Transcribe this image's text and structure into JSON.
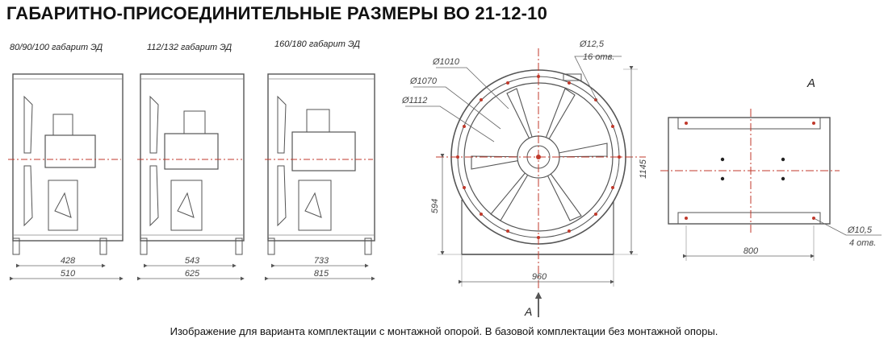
{
  "title": "ГАБАРИТНО-ПРИСОЕДИНИТЕЛЬНЫЕ РАЗМЕРЫ ВО 21-12-10",
  "caption": "Изображение для варианта комплектации с монтажной опорой. В базовой комплектации без монтажной опоры.",
  "variants": [
    {
      "label": "80/90/100 габарит ЭД",
      "dim_inner": "428",
      "dim_outer": "510"
    },
    {
      "label": "112/132 габарит ЭД",
      "dim_inner": "543",
      "dim_outer": "625"
    },
    {
      "label": "160/180 габарит ЭД",
      "dim_inner": "733",
      "dim_outer": "815"
    }
  ],
  "front_view": {
    "d_outer": "Ø1112",
    "d_flange": "Ø1070",
    "d_inner": "Ø1010",
    "hole_dia": "Ø12,5",
    "hole_count": "16 отв.",
    "height_total": "1145",
    "height_axis": "594",
    "width_base": "960",
    "view_marker": "A"
  },
  "base_view": {
    "view_marker": "A",
    "hole_dia": "Ø10,5",
    "hole_count": "4 отв.",
    "length": "800"
  },
  "colors": {
    "line": "#555555",
    "accent": "#c0392b",
    "dim": "#666666"
  }
}
